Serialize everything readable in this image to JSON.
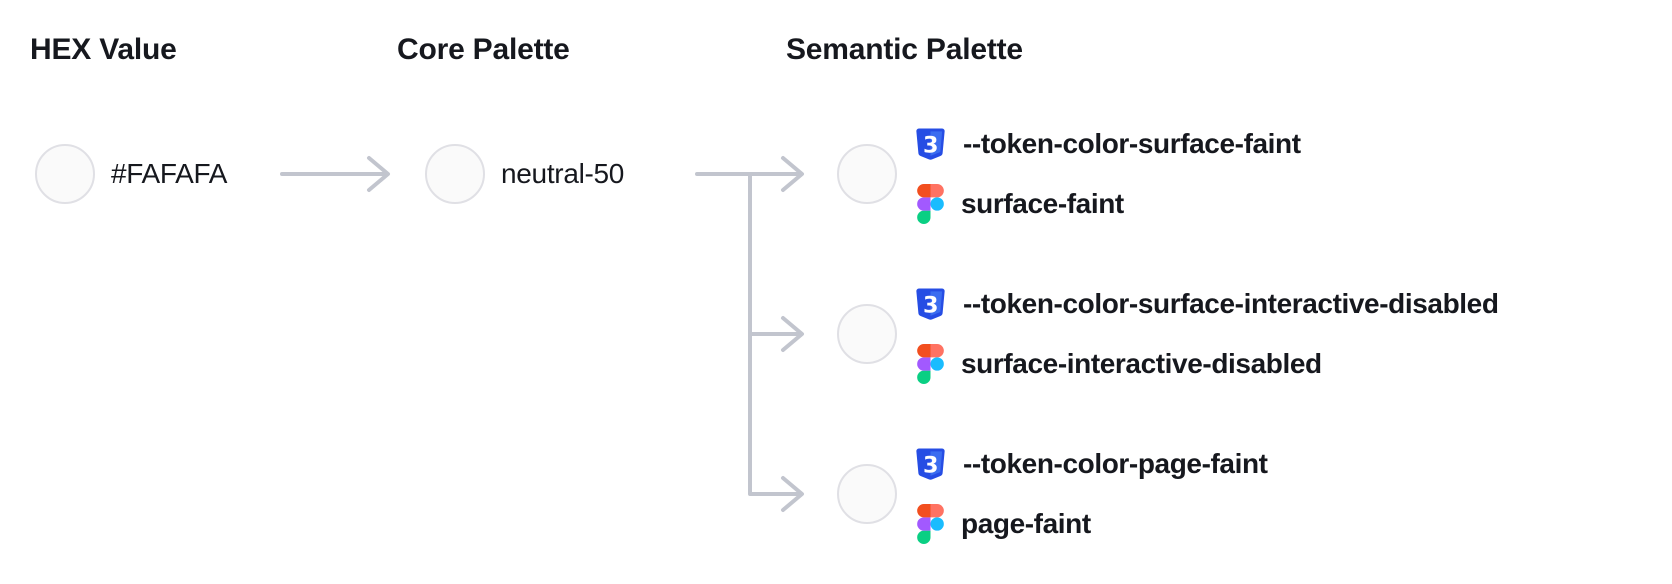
{
  "diagram": {
    "hex_column": {
      "title": "HEX Value",
      "value": "#FAFAFA",
      "swatch_color": "#FAFAFA"
    },
    "core_column": {
      "title": "Core Palette",
      "value": "neutral-50",
      "swatch_color": "#FAFAFA"
    },
    "semantic_column": {
      "title": "Semantic Palette",
      "tokens": [
        {
          "css_token": "--token-color-surface-faint",
          "figma_token": "surface-faint",
          "swatch_color": "#FAFAFA"
        },
        {
          "css_token": "--token-color-surface-interactive-disabled",
          "figma_token": "surface-interactive-disabled",
          "swatch_color": "#FAFAFA"
        },
        {
          "css_token": "--token-color-page-faint",
          "figma_token": "page-faint",
          "swatch_color": "#FAFAFA"
        }
      ]
    },
    "icons": {
      "css": "css3-shield-icon",
      "figma": "figma-logo-icon"
    },
    "colors": {
      "swatch_fill": "#FAFAFA",
      "swatch_border": "#E0E0E5",
      "connector_gray": "#C2C5CE",
      "text_dark": "#16181E",
      "css_blue_outer": "#264DE4",
      "css_blue_inner": "#3B6DF0",
      "figma_orange": "#F24E1E",
      "figma_salmon": "#FF7262",
      "figma_purple": "#A259FF",
      "figma_blue": "#1ABCFE",
      "figma_green": "#0ACF83"
    }
  }
}
